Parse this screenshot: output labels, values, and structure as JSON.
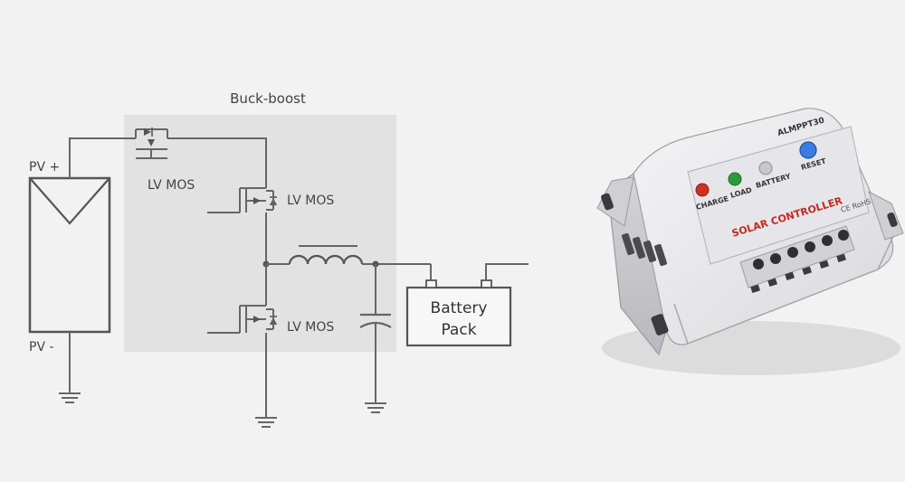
{
  "diagram": {
    "region_label": "Buck-boost",
    "pv_plus": "PV +",
    "pv_minus": "PV -",
    "mos_top": "LV MOS",
    "mos_high": "LV MOS",
    "mos_low": "LV MOS",
    "battery_line1": "Battery",
    "battery_line2": "Pack"
  },
  "device": {
    "model": "ALMPPT30",
    "brand": "SOLAR CONTROLLER",
    "cert": "CE RoHS",
    "leds": [
      {
        "label": "CHARGE",
        "color": "#d03020"
      },
      {
        "label": "LOAD",
        "color": "#2f9a3c"
      },
      {
        "label": "BATTERY",
        "color": "#c8c8cc"
      }
    ],
    "reset_label": "RESET",
    "reset_color": "#3a7de0"
  }
}
